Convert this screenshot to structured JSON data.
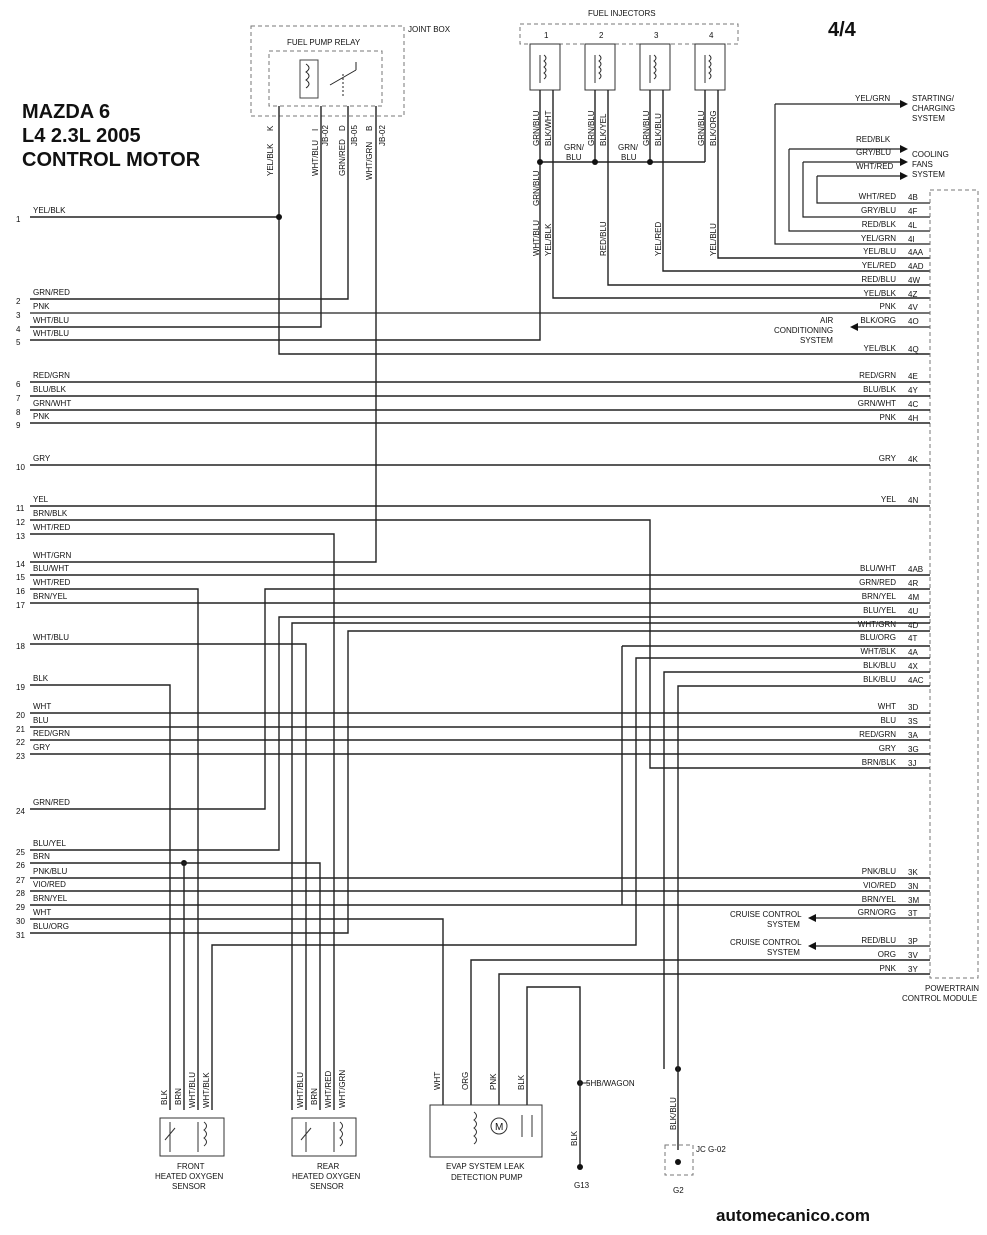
{
  "header": {
    "title_lines": [
      "MAZDA 6",
      "L4 2.3L 2005",
      "CONTROL MOTOR"
    ],
    "page": "4/4",
    "website": "automecanico.com"
  },
  "components": {
    "joint_box": "JOINT BOX",
    "fuel_pump_relay": "FUEL PUMP RELAY",
    "fuel_injectors": "FUEL INJECTORS",
    "injector_numbers": [
      "1",
      "2",
      "3",
      "4"
    ],
    "pcm_lines": [
      "POWERTRAIN",
      "CONTROL MODULE"
    ],
    "starting_charging": [
      "STARTING/",
      "CHARGING",
      "SYSTEM"
    ],
    "cooling_fans": [
      "COOLING",
      "FANS",
      "SYSTEM"
    ],
    "air_conditioning": [
      "AIR",
      "CONDITIONING",
      "SYSTEM"
    ],
    "cruise_control_1": [
      "CRUISE CONTROL",
      "SYSTEM"
    ],
    "cruise_control_2": [
      "CRUISE CONTROL",
      "SYSTEM"
    ],
    "front_o2": [
      "FRONT",
      "HEATED OXYGEN",
      "SENSOR"
    ],
    "rear_o2": [
      "REAR",
      "HEATED OXYGEN",
      "SENSOR"
    ],
    "evap": [
      "EVAP SYSTEM LEAK",
      "DETECTION PUMP"
    ],
    "g13": "G13",
    "g2": "G2",
    "jc_g02": "JC G-02",
    "fiveb_wagon": "5HB/WAGON"
  },
  "relay_wires": [
    {
      "pin": "K",
      "color": "YEL/BLK"
    },
    {
      "pin": "I",
      "color": "WHT/BLU"
    },
    {
      "pin": "",
      "color": "JB-02"
    },
    {
      "pin": "D",
      "color": "GRN/RED"
    },
    {
      "pin": "",
      "color": "JB-05"
    },
    {
      "pin": "B",
      "color": "WHT/GRN"
    },
    {
      "pin": "",
      "color": "JB-02"
    }
  ],
  "injector_wires": {
    "top": [
      "GRN/BLU",
      "BLK/WHT",
      "GRN/BLU",
      "BLK/YEL",
      "GRN/BLU",
      "BLK/BLU",
      "GRN/BLU",
      "BLK/ORG"
    ],
    "splice_labels": [
      "GRN/",
      "BLU",
      "GRN/",
      "BLU"
    ],
    "mid": [
      "GRN/BLU"
    ],
    "bottom": [
      "WHT/BLU",
      "YEL/BLK",
      "RED/BLU",
      "YEL/RED",
      "YEL/BLU"
    ]
  },
  "left_wires": [
    {
      "n": "1",
      "c": "YEL/BLK"
    },
    {
      "n": "2",
      "c": "GRN/RED"
    },
    {
      "n": "3",
      "c": "PNK"
    },
    {
      "n": "4",
      "c": "WHT/BLU"
    },
    {
      "n": "5",
      "c": "WHT/BLU"
    },
    {
      "n": "6",
      "c": "RED/GRN"
    },
    {
      "n": "7",
      "c": "BLU/BLK"
    },
    {
      "n": "8",
      "c": "GRN/WHT"
    },
    {
      "n": "9",
      "c": "PNK"
    },
    {
      "n": "10",
      "c": "GRY"
    },
    {
      "n": "11",
      "c": "YEL"
    },
    {
      "n": "12",
      "c": "BRN/BLK"
    },
    {
      "n": "13",
      "c": "WHT/RED"
    },
    {
      "n": "14",
      "c": "WHT/GRN"
    },
    {
      "n": "15",
      "c": "BLU/WHT"
    },
    {
      "n": "16",
      "c": "WHT/RED"
    },
    {
      "n": "17",
      "c": "BRN/YEL"
    },
    {
      "n": "18",
      "c": "WHT/BLU"
    },
    {
      "n": "19",
      "c": "BLK"
    },
    {
      "n": "20",
      "c": "WHT"
    },
    {
      "n": "21",
      "c": "BLU"
    },
    {
      "n": "22",
      "c": "RED/GRN"
    },
    {
      "n": "23",
      "c": "GRY"
    },
    {
      "n": "24",
      "c": "GRN/RED"
    },
    {
      "n": "25",
      "c": "BLU/YEL"
    },
    {
      "n": "26",
      "c": "BRN"
    },
    {
      "n": "27",
      "c": "PNK/BLU"
    },
    {
      "n": "28",
      "c": "VIO/RED"
    },
    {
      "n": "29",
      "c": "BRN/YEL"
    },
    {
      "n": "30",
      "c": "WHT"
    },
    {
      "n": "31",
      "c": "BLU/ORG"
    }
  ],
  "right_wires": [
    {
      "c": "YEL/GRN",
      "p": ""
    },
    {
      "c": "RED/BLK",
      "p": ""
    },
    {
      "c": "GRY/BLU",
      "p": ""
    },
    {
      "c": "WHT/RED",
      "p": ""
    },
    {
      "c": "WHT/RED",
      "p": "4B"
    },
    {
      "c": "GRY/BLU",
      "p": "4F"
    },
    {
      "c": "RED/BLK",
      "p": "4L"
    },
    {
      "c": "YEL/GRN",
      "p": "4I"
    },
    {
      "c": "YEL/BLU",
      "p": "4AA"
    },
    {
      "c": "YEL/RED",
      "p": "4AD"
    },
    {
      "c": "RED/BLU",
      "p": "4W"
    },
    {
      "c": "YEL/BLK",
      "p": "4Z"
    },
    {
      "c": "PNK",
      "p": "4V"
    },
    {
      "c": "BLK/ORG",
      "p": "4O"
    },
    {
      "c": "YEL/BLK",
      "p": "4Q"
    },
    {
      "c": "RED/GRN",
      "p": "4E"
    },
    {
      "c": "BLU/BLK",
      "p": "4Y"
    },
    {
      "c": "GRN/WHT",
      "p": "4C"
    },
    {
      "c": "PNK",
      "p": "4H"
    },
    {
      "c": "GRY",
      "p": "4K"
    },
    {
      "c": "YEL",
      "p": "4N"
    },
    {
      "c": "BLU/WHT",
      "p": "4AB"
    },
    {
      "c": "GRN/RED",
      "p": "4R"
    },
    {
      "c": "BRN/YEL",
      "p": "4M"
    },
    {
      "c": "BLU/YEL",
      "p": "4U"
    },
    {
      "c": "WHT/GRN",
      "p": "4D"
    },
    {
      "c": "BLU/ORG",
      "p": "4T"
    },
    {
      "c": "WHT/BLK",
      "p": "4A"
    },
    {
      "c": "BLK/BLU",
      "p": "4X"
    },
    {
      "c": "BLK/BLU",
      "p": "4AC"
    },
    {
      "c": "WHT",
      "p": "3D"
    },
    {
      "c": "BLU",
      "p": "3S"
    },
    {
      "c": "RED/GRN",
      "p": "3A"
    },
    {
      "c": "GRY",
      "p": "3G"
    },
    {
      "c": "BRN/BLK",
      "p": "3J"
    },
    {
      "c": "PNK/BLU",
      "p": "3K"
    },
    {
      "c": "VIO/RED",
      "p": "3N"
    },
    {
      "c": "BRN/YEL",
      "p": "3M"
    },
    {
      "c": "GRN/ORG",
      "p": "3T"
    },
    {
      "c": "RED/BLU",
      "p": "3P"
    },
    {
      "c": "ORG",
      "p": "3V"
    },
    {
      "c": "PNK",
      "p": "3Y"
    }
  ],
  "sensor_wires": {
    "front": [
      "BLK",
      "BRN",
      "WHT/BLU",
      "WHT/BLK"
    ],
    "rear": [
      "WHT/BLU",
      "BRN",
      "WHT/RED",
      "WHT/GRN"
    ],
    "evap": [
      "WHT",
      "ORG",
      "PNK",
      "BLK"
    ],
    "g13_wire": "BLK",
    "g2_wire": "BLK/BLU"
  }
}
